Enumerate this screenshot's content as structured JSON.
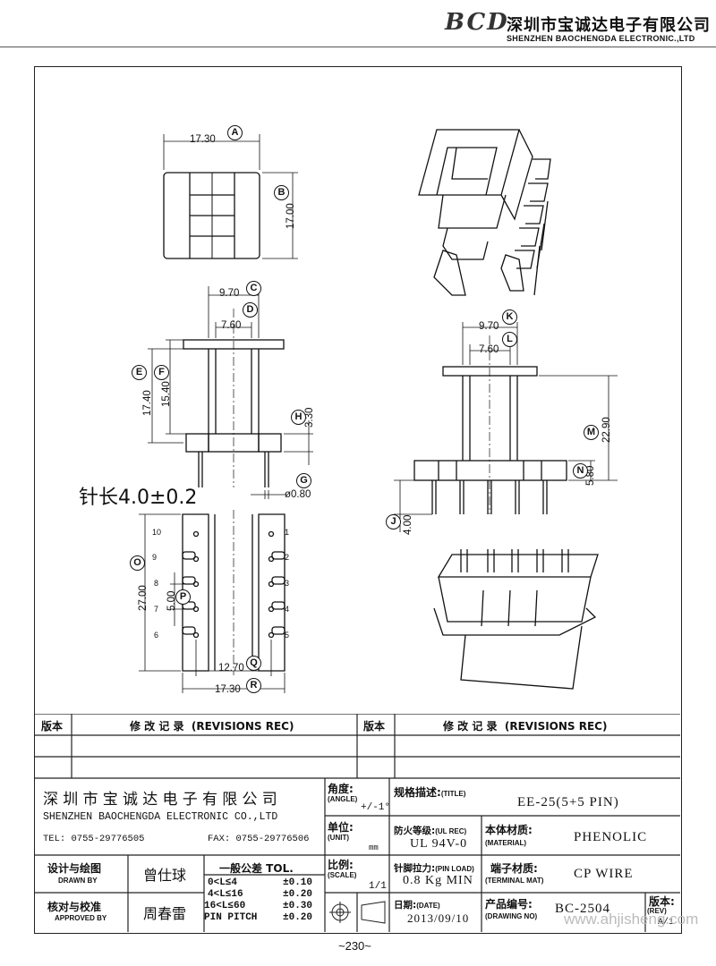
{
  "header": {
    "logo": "BCD",
    "company_cn": "深圳市宝诚达电子有限公司",
    "company_en": "SHENZHEN BAOCHENGDA ELECTRONIC.,LTD"
  },
  "drawing": {
    "top_view": {
      "width": "17.30",
      "width_tag": "A",
      "height": "17.00",
      "height_tag": "B"
    },
    "front_view": {
      "w1": "9.70",
      "w1_tag": "C",
      "w2": "7.60",
      "w2_tag": "D",
      "h1": "17.40",
      "h1_tag": "E",
      "h2": "15.40",
      "h2_tag": "F",
      "h3": "3.30",
      "h3_tag": "H",
      "pin_dia": "ø0.80",
      "pin_dia_tag": "G"
    },
    "pin_length": "针长4.0±0.2",
    "side_view": {
      "w1": "9.70",
      "w1_tag": "K",
      "w2": "7.60",
      "w2_tag": "L",
      "h1": "22.90",
      "h1_tag": "M",
      "h2": "5.80",
      "h2_tag": "N",
      "pin": "4.00",
      "pin_tag": "J"
    },
    "bottom_view": {
      "height": "27.00",
      "height_tag": "O",
      "pitch": "5.00",
      "pitch_tag": "P",
      "w1": "12.70",
      "w1_tag": "Q",
      "w2": "17.30",
      "w2_tag": "R",
      "left_pins": [
        "10",
        "9",
        "8",
        "7",
        "6"
      ],
      "right_pins": [
        "1",
        "2",
        "3",
        "4",
        "5"
      ]
    }
  },
  "revisions": {
    "col_version": "版本",
    "col_record": "修 改 记 录  (REVISIONS REC)",
    "col_version2": "版本",
    "col_record2": "修 改 记 录  (REVISIONS REC)"
  },
  "titleblock": {
    "company_cn": "深 圳 市 宝 诚 达 电 子 有 限 公 司",
    "company_en": "SHENZHEN BAOCHENGDA ELECTRONIC CO.,LTD",
    "tel": "TEL: 0755-29776505",
    "fax": "FAX: 0755-29776506",
    "angle_cn": "角度:",
    "angle_en": "(ANGLE)",
    "angle_val": "+/-1°",
    "unit_cn": "单位:",
    "unit_en": "(UNIT)",
    "unit_val": "mm",
    "scale_cn": "比例:",
    "scale_en": "(SCALE)",
    "scale_val": "1/1",
    "title_cn": "规格描述:",
    "title_en": "(TITLE)",
    "title_val": "EE-25(5+5 PIN)",
    "ul_cn": "防火等级:",
    "ul_en": "(UL REC)",
    "ul_val": "UL 94V-0",
    "material_cn": "本体材质:",
    "material_en": "(MATERIAL)",
    "material_val": "PHENOLIC",
    "pinload_cn": "针脚拉力:",
    "pinload_en": "(PIN LOAD)",
    "pinload_val": "0.8 Kg MIN",
    "terminal_cn": "端子材质:",
    "terminal_en": "(TERMINAL MAT)",
    "terminal_val": "CP WIRE",
    "date_cn": "日期:",
    "date_en": "(DATE)",
    "date_val": "2013/09/10",
    "drawno_cn": "产品编号:",
    "drawno_en": "(DRAWING NO)",
    "drawno_val": "BC-2504",
    "rev_cn": "版本:",
    "rev_en": "(REV)",
    "rev_val": "A/1",
    "drawn_cn": "设计与绘图",
    "drawn_en": "DRAWN BY",
    "drawn_name": "曾仕球",
    "approved_cn": "核对与校准",
    "approved_en": "APPROVED BY",
    "approved_name": "周春雷",
    "tol_title": "一般公差 TOL.",
    "tol_rows": [
      {
        "range": "0<L≤4",
        "val": "±0.10"
      },
      {
        "range": "4<L≤16",
        "val": "±0.20"
      },
      {
        "range": "16<L≤60",
        "val": "±0.30"
      },
      {
        "range": "PIN PITCH",
        "val": "±0.20"
      }
    ]
  },
  "footer": {
    "page": "~230~",
    "watermark": "www.ahjisheng.com"
  }
}
